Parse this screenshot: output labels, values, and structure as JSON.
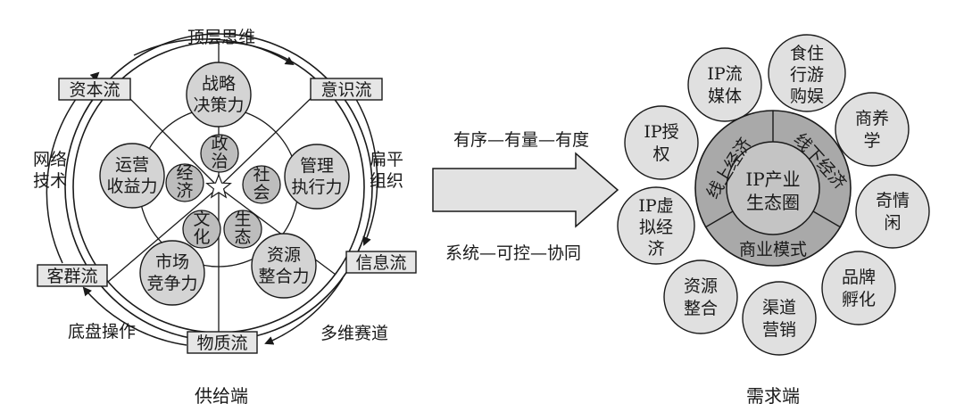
{
  "supply": {
    "caption": "供给端",
    "top_arc": "顶层思维",
    "right_arc": [
      "扁平",
      "组织"
    ],
    "bottom_arc": "多维赛道",
    "bottom_left_arc": "底盘操作",
    "left_arc": [
      "网络",
      "技术"
    ],
    "flows": {
      "capital": "资本流",
      "awareness": "意识流",
      "information": "信息流",
      "material": "物质流",
      "customer": "客群流"
    },
    "abilities": {
      "strategy": [
        "战略",
        "决策力"
      ],
      "management": [
        "管理",
        "执行力"
      ],
      "resources": [
        "资源",
        "整合力"
      ],
      "market": [
        "市场",
        "竞争力"
      ],
      "operations": [
        "运营",
        "收益力"
      ]
    },
    "core": {
      "politics": [
        "政",
        "治"
      ],
      "society": [
        "社",
        "会"
      ],
      "ecology": [
        "生",
        "态"
      ],
      "culture": [
        "文",
        "化"
      ],
      "economy": [
        "经",
        "济"
      ]
    }
  },
  "arrow": {
    "top_text": "有序—有量—有度",
    "bottom_text": "系统—可控—协同"
  },
  "demand": {
    "caption": "需求端",
    "center": [
      "IP产业",
      "生态圈"
    ],
    "ring": {
      "online": "线上经济",
      "offline": "线下经济",
      "business": "商业模式"
    },
    "petals": {
      "ip_media": [
        "IP流",
        "媒体"
      ],
      "lifestyle": [
        "食住",
        "行游",
        "购娱"
      ],
      "commerce_study": [
        "商养",
        "学"
      ],
      "leisure": [
        "奇情",
        "闲"
      ],
      "brand": [
        "品牌",
        "孵化"
      ],
      "channel": [
        "渠道",
        "营销"
      ],
      "resources": [
        "资源",
        "整合"
      ],
      "virtual": [
        "IP虚",
        "拟经",
        "济"
      ],
      "license": [
        "IP授",
        "权"
      ]
    }
  },
  "colors": {
    "ink": "#1a1a1a",
    "bubble_fill": "#d4d4d4",
    "core_fill": "#bdbdbd",
    "ring_fill": "#a9a9a9",
    "center_fill": "#c4c4c4",
    "arrow_fill": "#e2e2e2",
    "box_fill": "#e6e6e6"
  }
}
